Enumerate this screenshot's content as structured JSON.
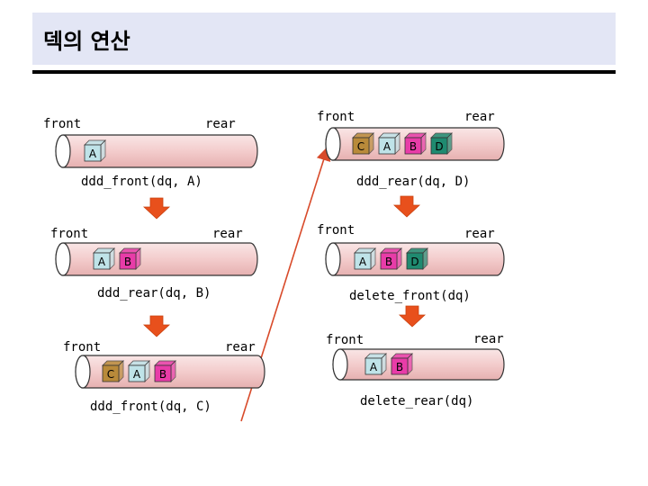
{
  "title": "덱의 연산",
  "colors": {
    "A": "#bfe3e8",
    "B": "#e83ca8",
    "C": "#b98a3a",
    "D": "#1f8a70",
    "tube_fill": "#f6d8d8",
    "tube_stroke": "#333333",
    "arrow": "#e8501c",
    "connector": "#d84a2a"
  },
  "steps": [
    {
      "id": "s1",
      "front": "front",
      "rear": "rear",
      "items": [
        "A"
      ],
      "op": "ddd_front(dq, A)"
    },
    {
      "id": "s2",
      "front": "front",
      "rear": "rear",
      "items": [
        "A",
        "B"
      ],
      "op": "ddd_rear(dq, B)"
    },
    {
      "id": "s3",
      "front": "front",
      "rear": "rear",
      "items": [
        "C",
        "A",
        "B"
      ],
      "op": "ddd_front(dq, C)"
    },
    {
      "id": "s4",
      "front": "front",
      "rear": "rear",
      "items": [
        "C",
        "A",
        "B",
        "D"
      ],
      "op": "ddd_rear(dq, D)"
    },
    {
      "id": "s5",
      "front": "front",
      "rear": "rear",
      "items": [
        "A",
        "B",
        "D"
      ],
      "op": "delete_front(dq)"
    },
    {
      "id": "s6",
      "front": "front",
      "rear": "rear",
      "items": [
        "A",
        "B"
      ],
      "op": "delete_rear(dq)"
    }
  ]
}
